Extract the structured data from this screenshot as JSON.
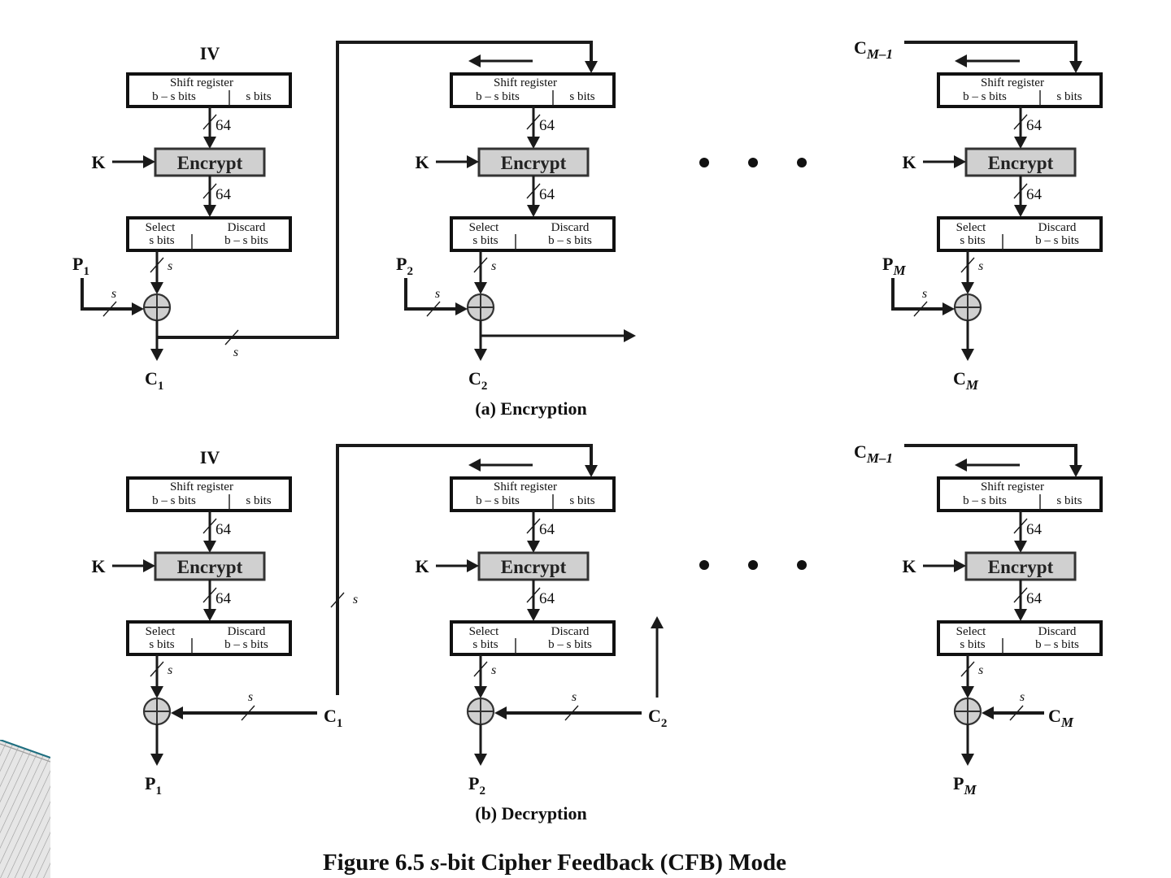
{
  "figure": {
    "caption_number": "Figure 6.5",
    "caption_text_italic": "s",
    "caption_text": "-bit Cipher Feedback (CFB) Mode"
  },
  "sections": {
    "encryption": {
      "caption": "(a) Encryption"
    },
    "decryption": {
      "caption": "(b) Decryption"
    }
  },
  "blocks": {
    "shift_register": {
      "title": "Shift register",
      "left_field": "b – s bits",
      "right_field": "s bits"
    },
    "encrypt": {
      "label": "Encrypt"
    },
    "select_discard": {
      "select_top": "Select",
      "select_bottom": "s bits",
      "discard_top": "Discard",
      "discard_bottom": "b – s bits"
    },
    "key_label": "K",
    "bus_width_64": "64",
    "bus_width_s": "s",
    "ellipsis": "• • •"
  },
  "encryption_stages": [
    {
      "input_label": "IV",
      "plaintext": "P",
      "plaintext_sub": "1",
      "ciphertext": "C",
      "ciphertext_sub": "1"
    },
    {
      "input_label": "",
      "plaintext": "P",
      "plaintext_sub": "2",
      "ciphertext": "C",
      "ciphertext_sub": "2"
    },
    {
      "input_label": "C",
      "input_sub": "M–1",
      "plaintext": "P",
      "plaintext_sub": "M",
      "ciphertext": "C",
      "ciphertext_sub": "M"
    }
  ],
  "decryption_stages": [
    {
      "input_label": "IV",
      "ciphertext": "C",
      "ciphertext_sub": "1",
      "plaintext": "P",
      "plaintext_sub": "1"
    },
    {
      "input_label": "",
      "ciphertext": "C",
      "ciphertext_sub": "2",
      "plaintext": "P",
      "plaintext_sub": "2"
    },
    {
      "input_label": "C",
      "input_sub": "M–1",
      "ciphertext": "C",
      "ciphertext_sub": "M",
      "plaintext": "P",
      "plaintext_sub": "M"
    }
  ],
  "colors": {
    "line": "#1a1a1a",
    "encrypt_fill": "#d0d0d0",
    "xor_fill": "#cfcfcf",
    "accent_deco": "#1f6f80"
  }
}
